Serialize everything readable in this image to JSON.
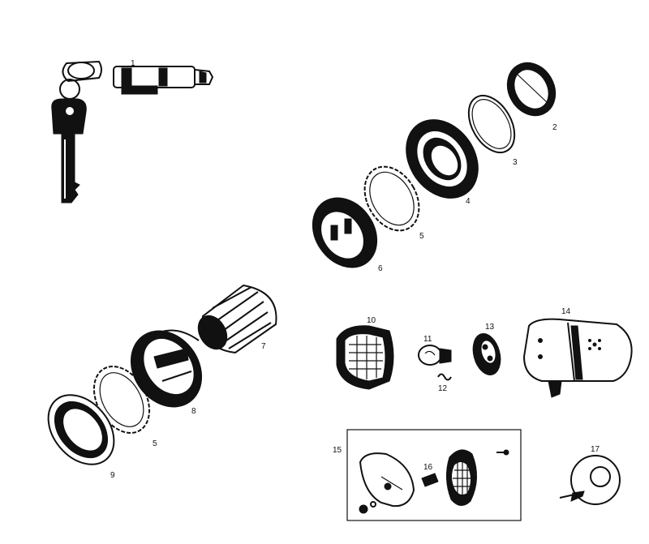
{
  "part_labels": {
    "p1": "1",
    "p2": "2",
    "p3": "3",
    "p4": "4",
    "p5a": "5",
    "p6": "6",
    "p7": "7",
    "p8": "8",
    "p5b": "5",
    "p9": "9",
    "p10": "10",
    "p11": "11",
    "p12": "12",
    "p13": "13",
    "p14": "14",
    "p15": "15",
    "p16": "16",
    "p17": "17"
  }
}
